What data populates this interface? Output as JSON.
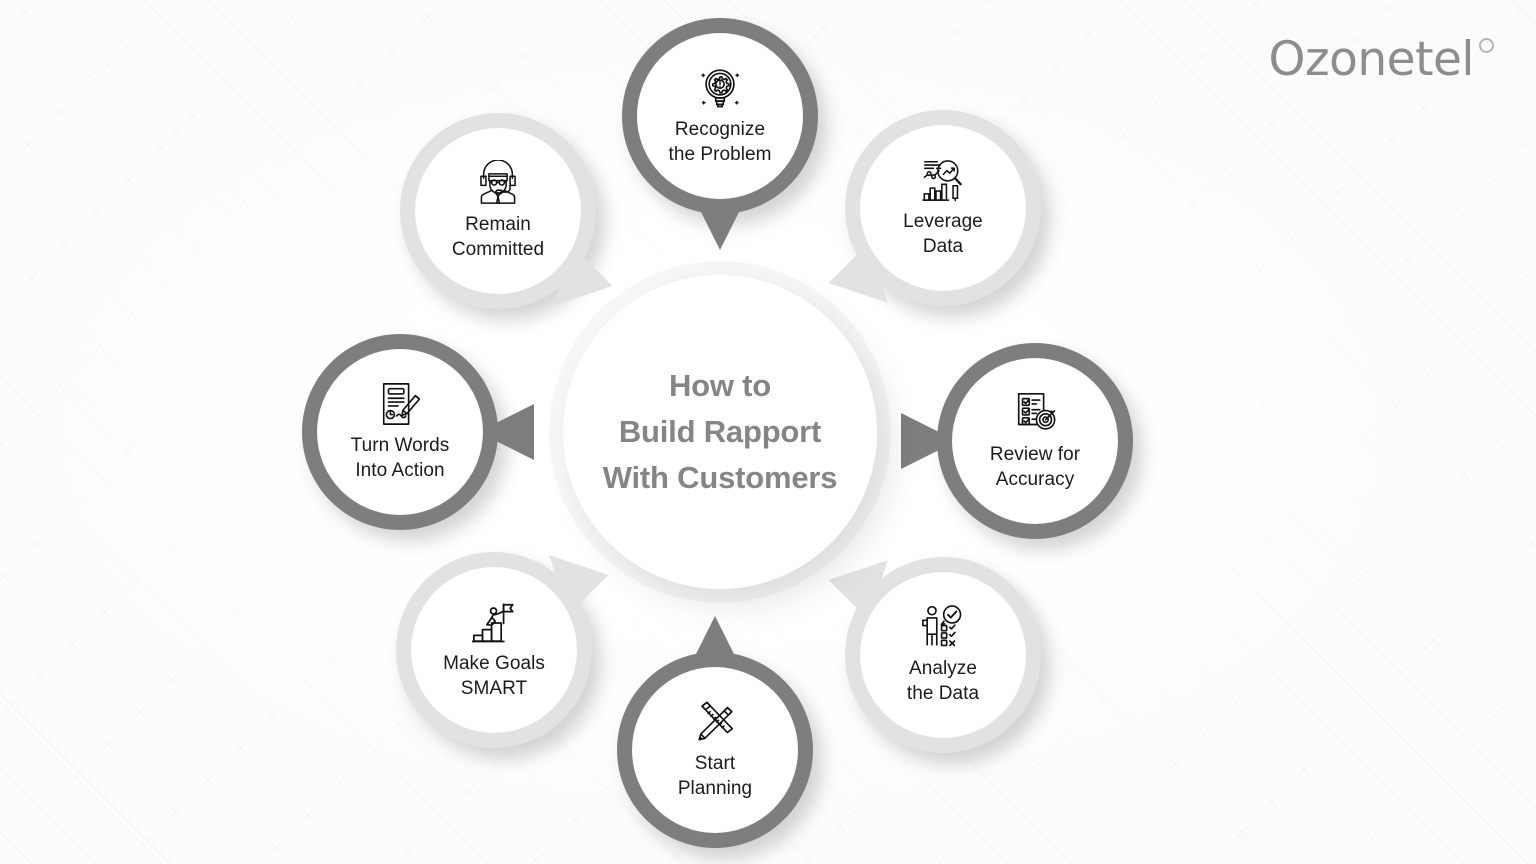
{
  "brand": {
    "name": "Ozonetel",
    "logo_mark": "circle-outline-icon",
    "color": "#8d8d8d"
  },
  "hub": {
    "title_line1": "How to",
    "title_line2": "Build Rapport",
    "title_line3": "With Customers",
    "title_full": "How to Build Rapport With Customers",
    "text_color": "#858585",
    "background": "#ffffff"
  },
  "theme": {
    "page_background": "#fcfcfc",
    "dark_ring": "#7e7e7e",
    "light_ring": "#e2e2e2",
    "label_color": "#1c1c1c",
    "icon_color": "#111111"
  },
  "chart_data": {
    "type": "diagram",
    "layout": "radial-cycle",
    "title": "How to Build Rapport With Customers",
    "node_count": 8,
    "nodes": [
      {
        "order": 1,
        "label_line1": "Recognize",
        "label_line2": "the Problem",
        "label": "Recognize the Problem",
        "icon": "lightbulb-gear-icon",
        "style": "dark",
        "angle_deg": 270,
        "tail_direction": "down"
      },
      {
        "order": 2,
        "label_line1": "Leverage",
        "label_line2": "Data",
        "label": "Leverage Data",
        "icon": "chart-magnifier-icon",
        "style": "light",
        "angle_deg": 315,
        "tail_direction": "down-left"
      },
      {
        "order": 3,
        "label_line1": "Review for",
        "label_line2": "Accuracy",
        "label": "Review for Accuracy",
        "icon": "checklist-target-icon",
        "style": "dark",
        "angle_deg": 0,
        "tail_direction": "left"
      },
      {
        "order": 4,
        "label_line1": "Analyze",
        "label_line2": "the Data",
        "label": "Analyze the Data",
        "icon": "person-checklist-icon",
        "style": "light",
        "angle_deg": 45,
        "tail_direction": "up-left"
      },
      {
        "order": 5,
        "label_line1": "Start",
        "label_line2": "Planning",
        "label": "Start Planning",
        "icon": "pencil-ruler-icon",
        "style": "dark",
        "angle_deg": 90,
        "tail_direction": "up"
      },
      {
        "order": 6,
        "label_line1": "Make Goals",
        "label_line2": "SMART",
        "label": "Make Goals SMART",
        "icon": "stairs-flag-icon",
        "style": "light",
        "angle_deg": 135,
        "tail_direction": "up-right"
      },
      {
        "order": 7,
        "label_line1": "Turn Words",
        "label_line2": "Into Action",
        "label": "Turn Words Into Action",
        "icon": "document-pen-icon",
        "style": "dark",
        "angle_deg": 180,
        "tail_direction": "right"
      },
      {
        "order": 8,
        "label_line1": "Remain",
        "label_line2": "Committed",
        "label": "Remain Committed",
        "icon": "headset-agent-icon",
        "style": "light",
        "angle_deg": 225,
        "tail_direction": "down-right"
      }
    ]
  }
}
